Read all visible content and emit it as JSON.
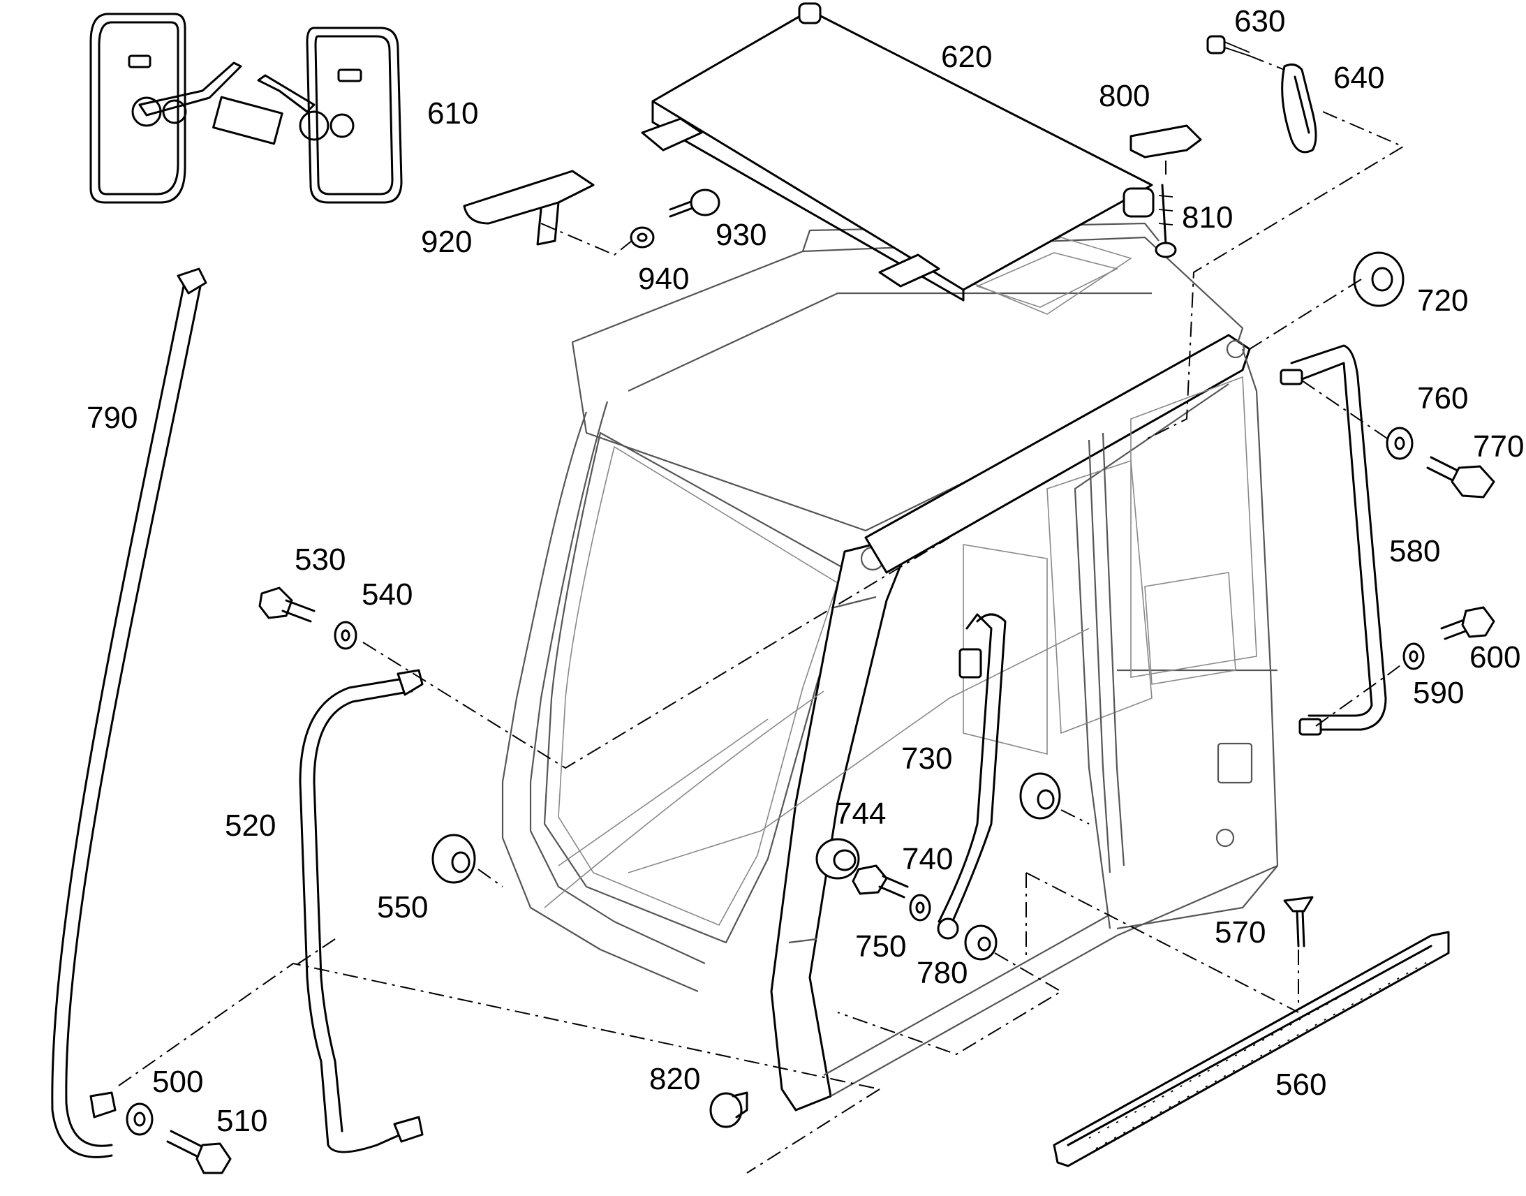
{
  "labels": {
    "p500": "500",
    "p510": "510",
    "p520": "520",
    "p530": "530",
    "p540": "540",
    "p550": "550",
    "p560": "560",
    "p570": "570",
    "p580": "580",
    "p590": "590",
    "p600": "600",
    "p610": "610",
    "p620": "620",
    "p630": "630",
    "p640": "640",
    "p720": "720",
    "p730": "730",
    "p740": "740",
    "p744": "744",
    "p750": "750",
    "p760": "760",
    "p770": "770",
    "p780": "780",
    "p790": "790",
    "p800": "800",
    "p810": "810",
    "p820": "820",
    "p920": "920",
    "p930": "930",
    "p940": "940"
  }
}
